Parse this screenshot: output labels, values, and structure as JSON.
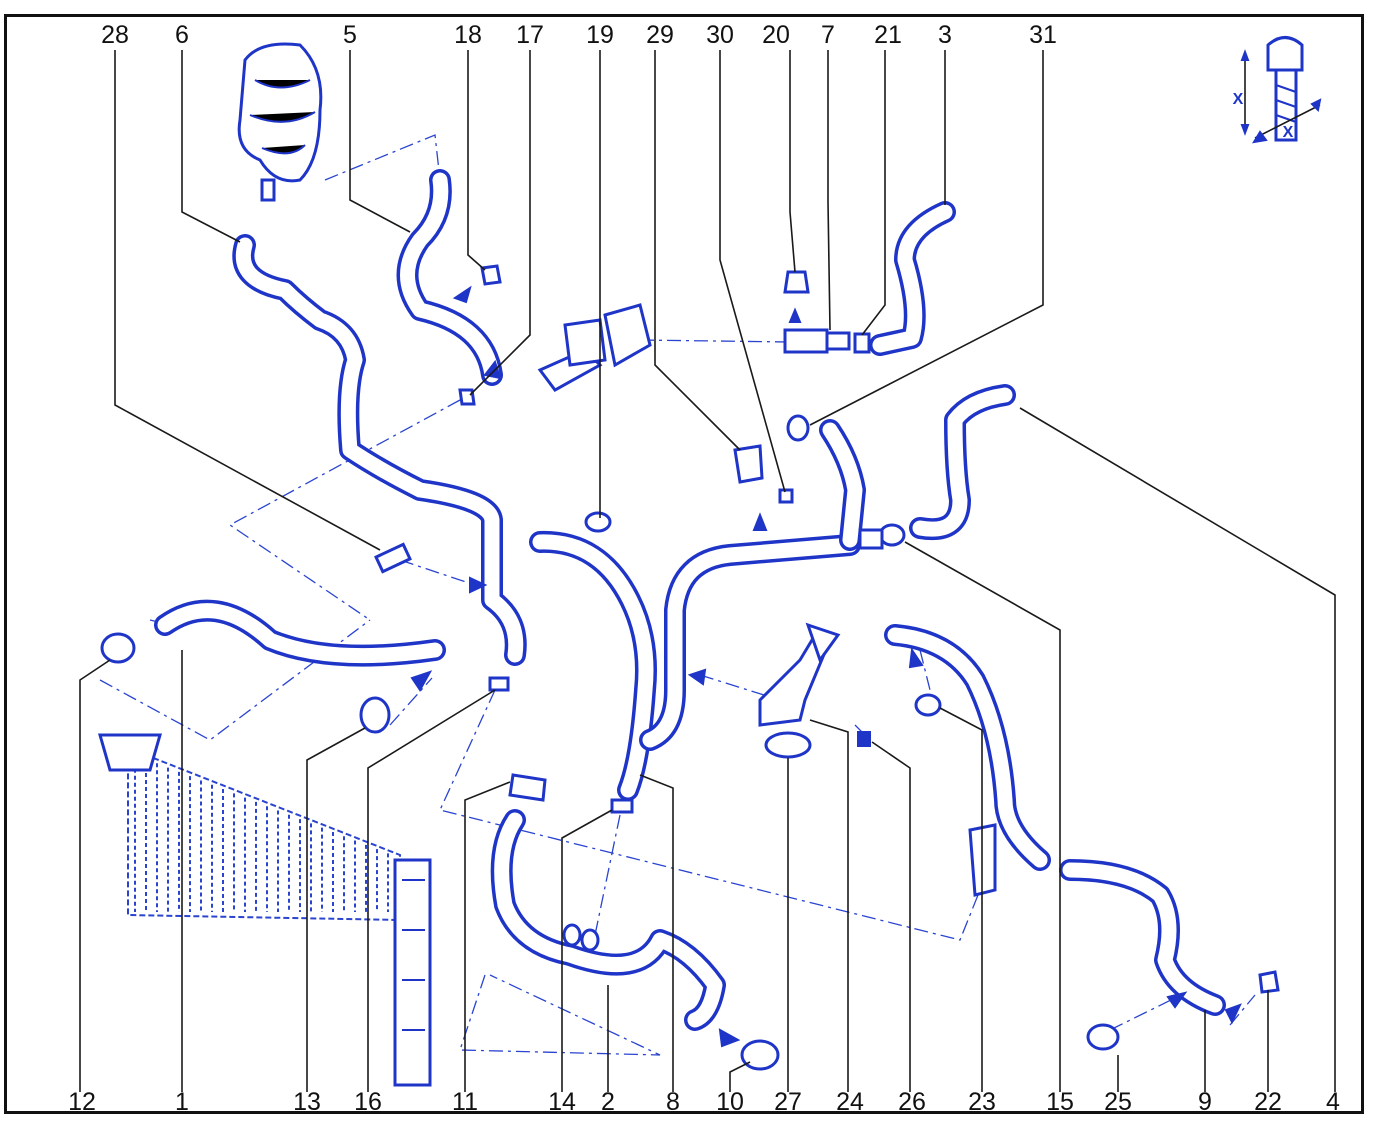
{
  "callouts_top": [
    "28",
    "6",
    "5",
    "18",
    "17",
    "19",
    "29",
    "30",
    "20",
    "7",
    "21",
    "3",
    "31"
  ],
  "callouts_bottom": [
    "12",
    "1",
    "13",
    "16",
    "11",
    "14",
    "2",
    "8",
    "10",
    "27",
    "24",
    "26",
    "23",
    "15",
    "25",
    "9",
    "22",
    "4"
  ],
  "dimension_label": "X",
  "colors": {
    "ink": "#1f35c8",
    "leader": "#1a1a1a",
    "frame": "#111111"
  }
}
